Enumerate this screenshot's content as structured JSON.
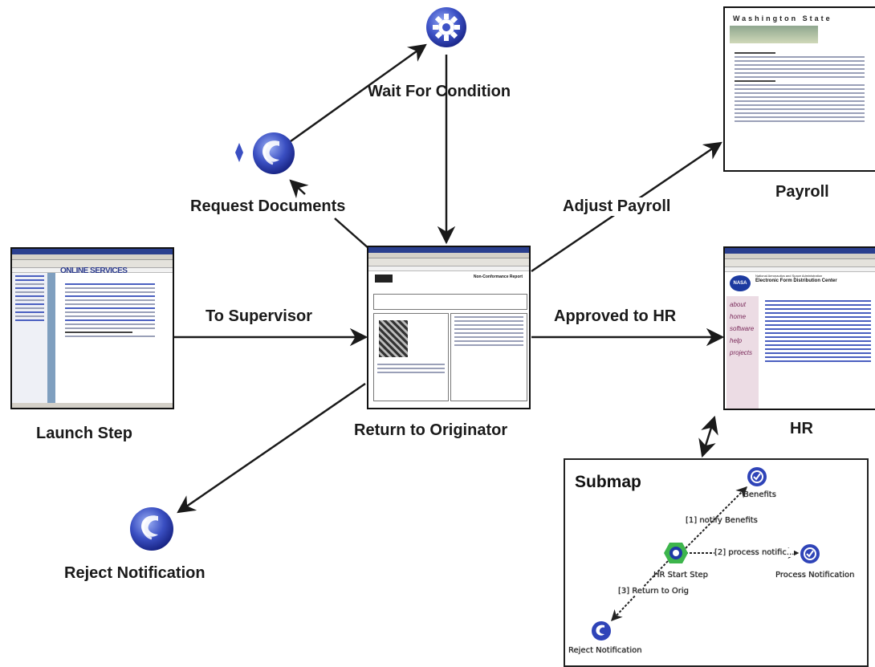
{
  "nodes": {
    "launch_step": "Launch Step",
    "return_to_originator": "Return to Originator",
    "request_documents": "Request Documents",
    "wait_for_condition": "Wait For Condition",
    "payroll": "Payroll",
    "hr": "HR",
    "reject_notification": "Reject Notification"
  },
  "edges": {
    "to_supervisor": "To Supervisor",
    "adjust_payroll": "Adjust Payroll",
    "approved_to_hr": "Approved to HR"
  },
  "submap": {
    "title": "Submap",
    "labels": {
      "benefits": "Benefits",
      "notify_benefits": "[1] notify Benefits",
      "process_notification_edge": "[2] process notific...",
      "process_notification": "Process Notification",
      "hr_start_step": "HR Start Step",
      "return_to_orig": "[3] Return to Orig",
      "reject_notification": "Reject Notification"
    }
  },
  "thumbnails": {
    "payroll_form_header": "Washington State",
    "hr_page_header": "Electronic Form Distribution Center",
    "hr_page_org": "National Aeronautics and Space Administration",
    "hr_page_logo": "NASA",
    "hr_nav_items": [
      "about",
      "home",
      "software",
      "help",
      "projects"
    ],
    "launch_banner": "ONLINE SERVICES",
    "originator_form_title": "Non-Conformance Report"
  },
  "colors": {
    "icon_blue_dark": "#1c2a8a",
    "icon_blue_light": "#6f86e6",
    "edge": "#1a1a1a",
    "submap_green": "#39b54a"
  }
}
